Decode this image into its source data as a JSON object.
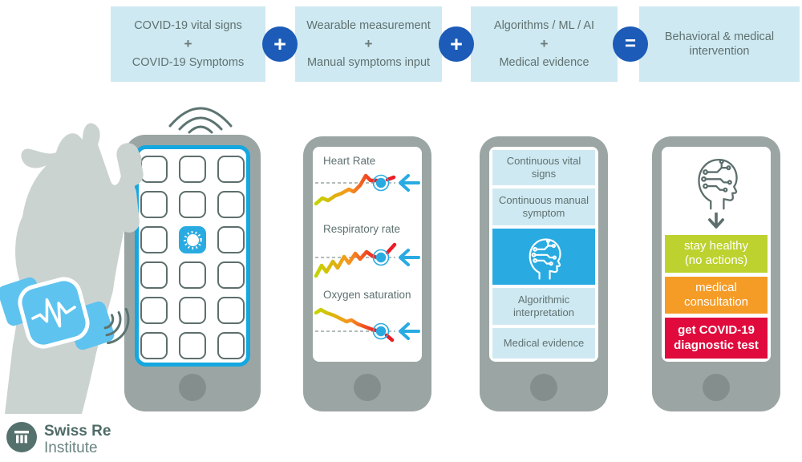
{
  "equation": {
    "box1": {
      "line1": "COVID-19 vital signs",
      "operator": "+",
      "line2": "COVID-19 Symptoms"
    },
    "box2": {
      "line1": "Wearable measurement",
      "operator": "+",
      "line2": "Manual symptoms input"
    },
    "box3": {
      "line1": "Algorithms / ML / AI",
      "operator": "+",
      "line2": "Medical evidence"
    },
    "box4": {
      "text": "Behavioral & medical intervention"
    },
    "badge1": "+",
    "badge2": "+",
    "badge3": "="
  },
  "phones": {
    "monitoring": {
      "charts": [
        {
          "label": "Heart Rate",
          "trend": "rising, ends above threshold with alert dot"
        },
        {
          "label": "Respiratory rate",
          "trend": "rising, ends above threshold with alert dot"
        },
        {
          "label": "Oxygen saturation",
          "trend": "falling, ends below threshold with alert dot"
        }
      ]
    },
    "analysis": {
      "box1": "Continuous vital signs",
      "box2": "Continuous manual symptom",
      "box3": "Algorithmic interpretation",
      "box4": "Medical evidence"
    },
    "intervention": {
      "action1": {
        "line1": "stay healthy",
        "line2": "(no actions)",
        "color": "#bdd22f"
      },
      "action2": {
        "line1": "medical",
        "line2": "consultation",
        "color": "#f59c26"
      },
      "action3": {
        "line1": "get COVID-19",
        "line2": "diagnostic test",
        "color": "#e00a3c"
      }
    }
  },
  "logo": {
    "brand": "Swiss Re",
    "sub": "Institute"
  },
  "colors": {
    "panel_light_blue": "#cfe9f2",
    "badge_blue": "#1c5bb8",
    "accent_cyan": "#29abe2",
    "screen_border_cyan": "#14a7e0",
    "phone_gray": "#9ba6a4",
    "home_gray": "#848f8d",
    "hand_gray": "#cbd3d1",
    "watch_blue": "#5ec3ef",
    "text_gray": "#5f7170",
    "trend_start_green": "#c3d600",
    "trend_mid_orange": "#f7941e",
    "trend_end_red": "#ed1c24",
    "action_green": "#bdd22f",
    "action_orange": "#f59c26",
    "action_red": "#e00a3c",
    "logo_teal": "#54716d"
  }
}
